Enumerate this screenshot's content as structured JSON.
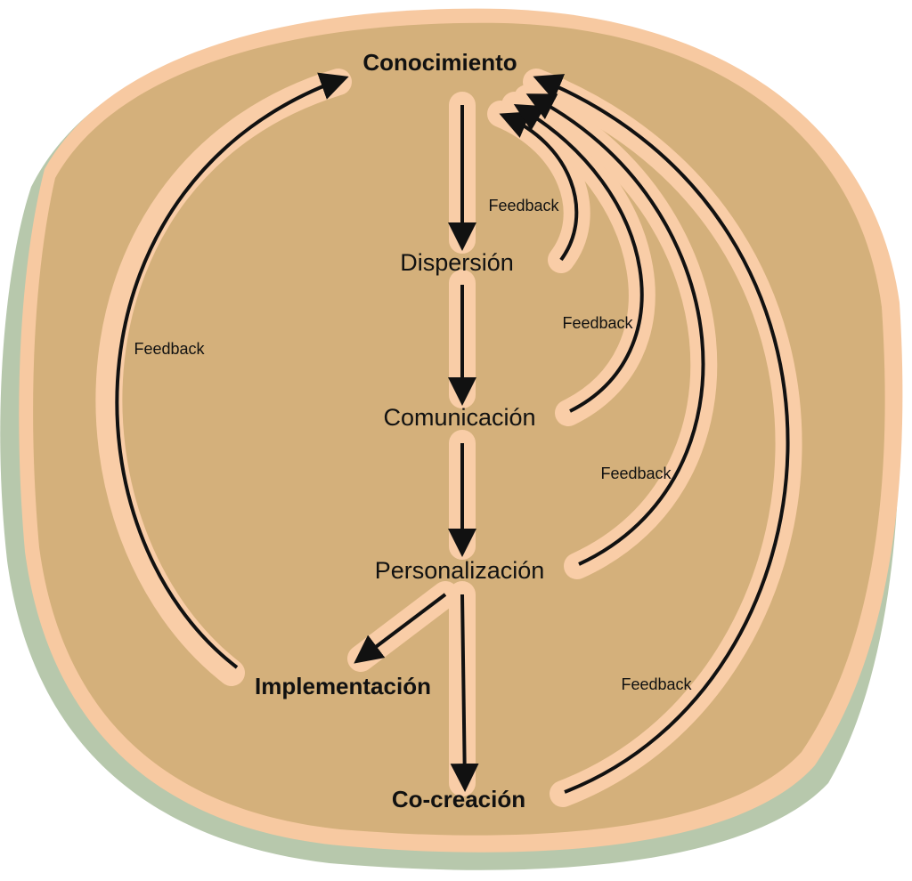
{
  "colors": {
    "disc": "#d4b07b",
    "disc_shadow": "#b7c8ac",
    "disc_rim": "#f7c9a1",
    "glow": "#f9cda7",
    "arrow": "#111111"
  },
  "nodes": {
    "conocimiento": "Conocimiento",
    "dispersion": "Dispersión",
    "comunicacion": "Comunicación",
    "personalizacion": "Personalización",
    "implementacion": "Implementación",
    "cocreacion": "Co-creación"
  },
  "feedback": {
    "left": "Feedback",
    "from_dispersion": "Feedback",
    "from_comunicacion": "Feedback",
    "from_personalizacion": "Feedback",
    "from_cocreacion": "Feedback"
  }
}
